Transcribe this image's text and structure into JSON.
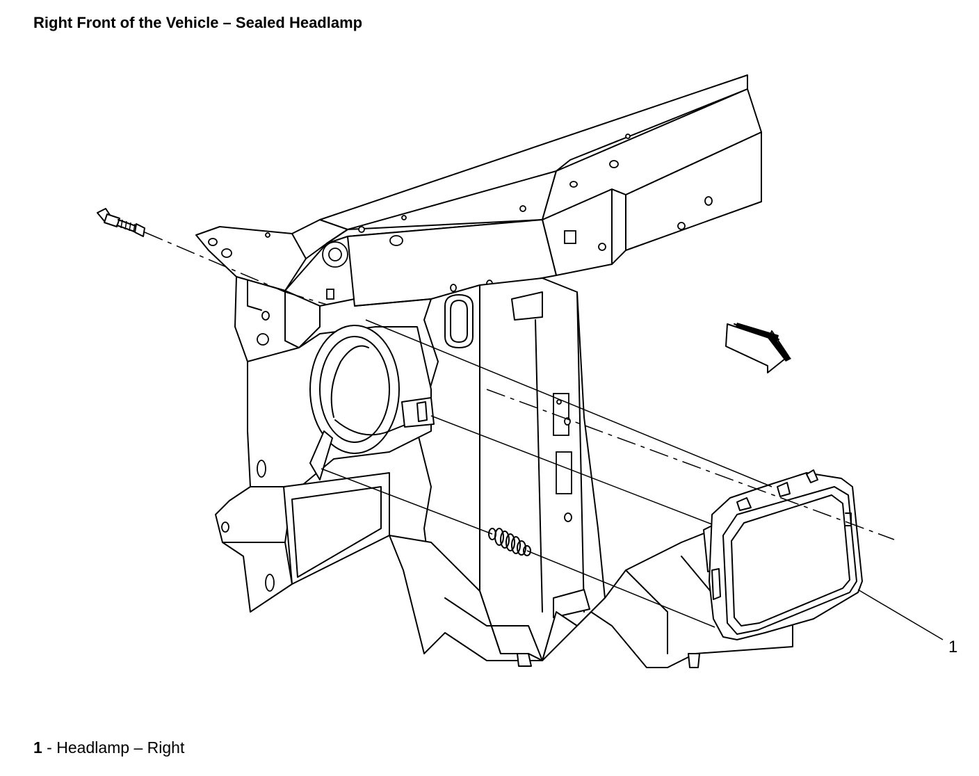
{
  "title": "Right Front of the Vehicle – Sealed Headlamp",
  "callouts": [
    {
      "number": "1",
      "label": "Headlamp – Right"
    }
  ],
  "legend_separator": " - "
}
